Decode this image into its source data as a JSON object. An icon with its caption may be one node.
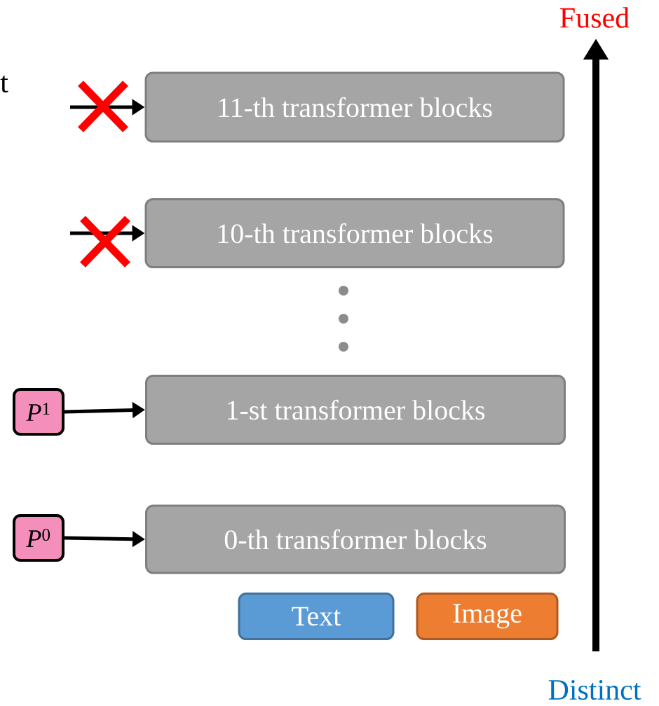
{
  "diagram": {
    "nodes": [
      {
        "text": [
          "11-th transformer blocks"
        ]
      },
      {
        "text": [
          "10-th transformer blocks"
        ]
      },
      {
        "text": [
          "1-st transformer blocks"
        ]
      },
      {
        "text": [
          "0-th transformer blocks"
        ]
      },
      {
        "text": [
          "*P*$^{1}$"
        ]
      },
      {
        "text": [
          "*P*$^{0}$"
        ]
      },
      {
        "text": [
          "Text"
        ]
      },
      {
        "text": [
          "Image"
        ]
      }
    ],
    "edges": [
      {
        "from": null,
        "to": 0,
        "arrow": "to"
      },
      {
        "from": null,
        "to": 1,
        "arrow": "to"
      },
      {
        "from": 4,
        "to": 2,
        "arrow": "to"
      },
      {
        "from": 5,
        "to": 3,
        "arrow": "to"
      }
    ],
    "labels": [
      "t",
      "Fused",
      "Distinct"
    ]
  }
}
